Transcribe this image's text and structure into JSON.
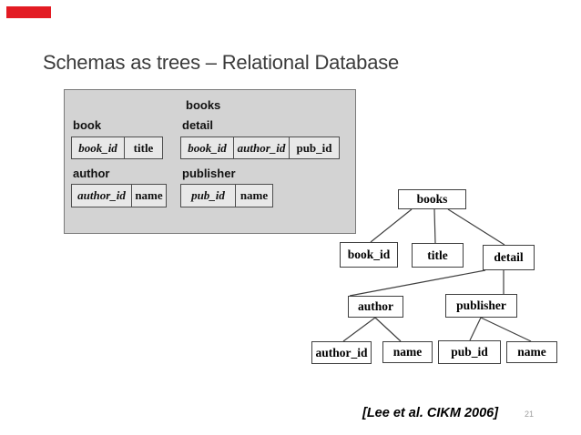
{
  "slide": {
    "title": "Schemas as trees – Relational Database",
    "citation": "[Lee et al. CIKM 2006]",
    "page_number": "21",
    "accent_color": "#e31b23"
  },
  "schema_panel": {
    "caption": "books",
    "tables": [
      {
        "name": "book",
        "columns": [
          {
            "label": "book_id",
            "key": true
          },
          {
            "label": "title",
            "key": false
          }
        ]
      },
      {
        "name": "detail",
        "columns": [
          {
            "label": "book_id",
            "key": true
          },
          {
            "label": "author_id",
            "key": true
          },
          {
            "label": "pub_id",
            "key": false
          }
        ]
      },
      {
        "name": "author",
        "columns": [
          {
            "label": "author_id",
            "key": true
          },
          {
            "label": "name",
            "key": false
          }
        ]
      },
      {
        "name": "publisher",
        "columns": [
          {
            "label": "pub_id",
            "key": true
          },
          {
            "label": "name",
            "key": false
          }
        ]
      }
    ]
  },
  "tree": {
    "nodes": {
      "books": "books",
      "book_id": "book_id",
      "title": "title",
      "detail": "detail",
      "author": "author",
      "publisher": "publisher",
      "author_id": "author_id",
      "name1": "name",
      "pub_id": "pub_id",
      "name2": "name"
    },
    "edges": [
      {
        "from": "books",
        "to": "book_id"
      },
      {
        "from": "books",
        "to": "title"
      },
      {
        "from": "books",
        "to": "detail"
      },
      {
        "from": "detail",
        "to": "author"
      },
      {
        "from": "detail",
        "to": "publisher"
      },
      {
        "from": "author",
        "to": "author_id"
      },
      {
        "from": "author",
        "to": "name"
      },
      {
        "from": "publisher",
        "to": "pub_id"
      },
      {
        "from": "publisher",
        "to": "name"
      }
    ]
  }
}
